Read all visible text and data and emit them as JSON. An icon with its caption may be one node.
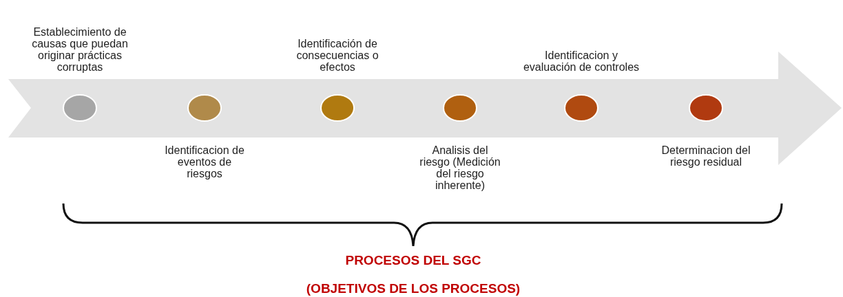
{
  "diagram": {
    "nodes": [
      {
        "text": [],
        "shape": "circle",
        "beside": [
          "Establecimiento de causas que puedan originar prácticas corruptas"
        ]
      },
      {
        "text": [],
        "shape": "circle",
        "beside": [
          "Identificacion de eventos de riesgos"
        ]
      },
      {
        "text": [],
        "shape": "circle",
        "beside": [
          "Identificación de consecuencias o efectos"
        ]
      },
      {
        "text": [],
        "shape": "circle",
        "beside": [
          "Analisis del riesgo (Medición del riesgo inherente)"
        ]
      },
      {
        "text": [],
        "shape": "circle",
        "beside": [
          "Identificacion y evaluación de controles"
        ]
      },
      {
        "text": [],
        "shape": "circle",
        "beside": [
          "Determinacion del riesgo residual"
        ]
      }
    ],
    "labels": [
      "PROCESOS DEL SGC",
      "(OBJETIVOS DE LOS PROCESOS)"
    ]
  }
}
